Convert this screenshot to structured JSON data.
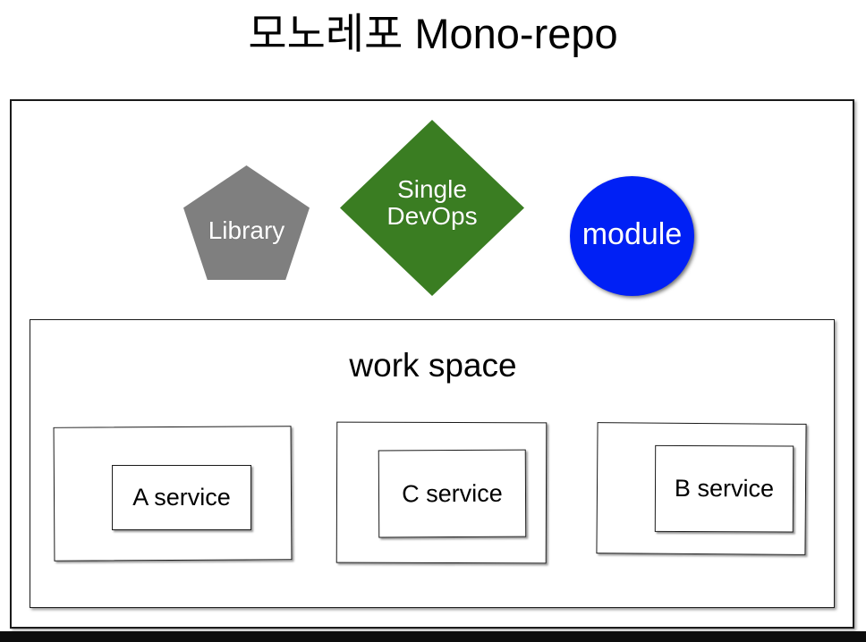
{
  "page": {
    "title": "모노레포 Mono-repo",
    "background_color": "#ffffff"
  },
  "diagram": {
    "type": "container-diagram",
    "root_container": {
      "name": "mono-repo-container",
      "label": ""
    },
    "shapes": [
      {
        "id": "library",
        "shape": "pentagon",
        "label": "Library",
        "fill_color": "#7f7f7f",
        "text_color": "#ffffff"
      },
      {
        "id": "single-devops",
        "shape": "diamond",
        "label": "Single\nDevOps",
        "label_line1": "Single",
        "label_line2": "DevOps",
        "fill_color": "#3a7d22",
        "text_color": "#ffffff"
      },
      {
        "id": "module",
        "shape": "circle",
        "label": "module",
        "fill_color": "#0020f5",
        "text_color": "#ffffff"
      }
    ],
    "workspace": {
      "title": "work space",
      "services": [
        {
          "id": "a-service",
          "label": "A service"
        },
        {
          "id": "c-service",
          "label": "C service"
        },
        {
          "id": "b-service",
          "label": "B service"
        }
      ]
    }
  }
}
